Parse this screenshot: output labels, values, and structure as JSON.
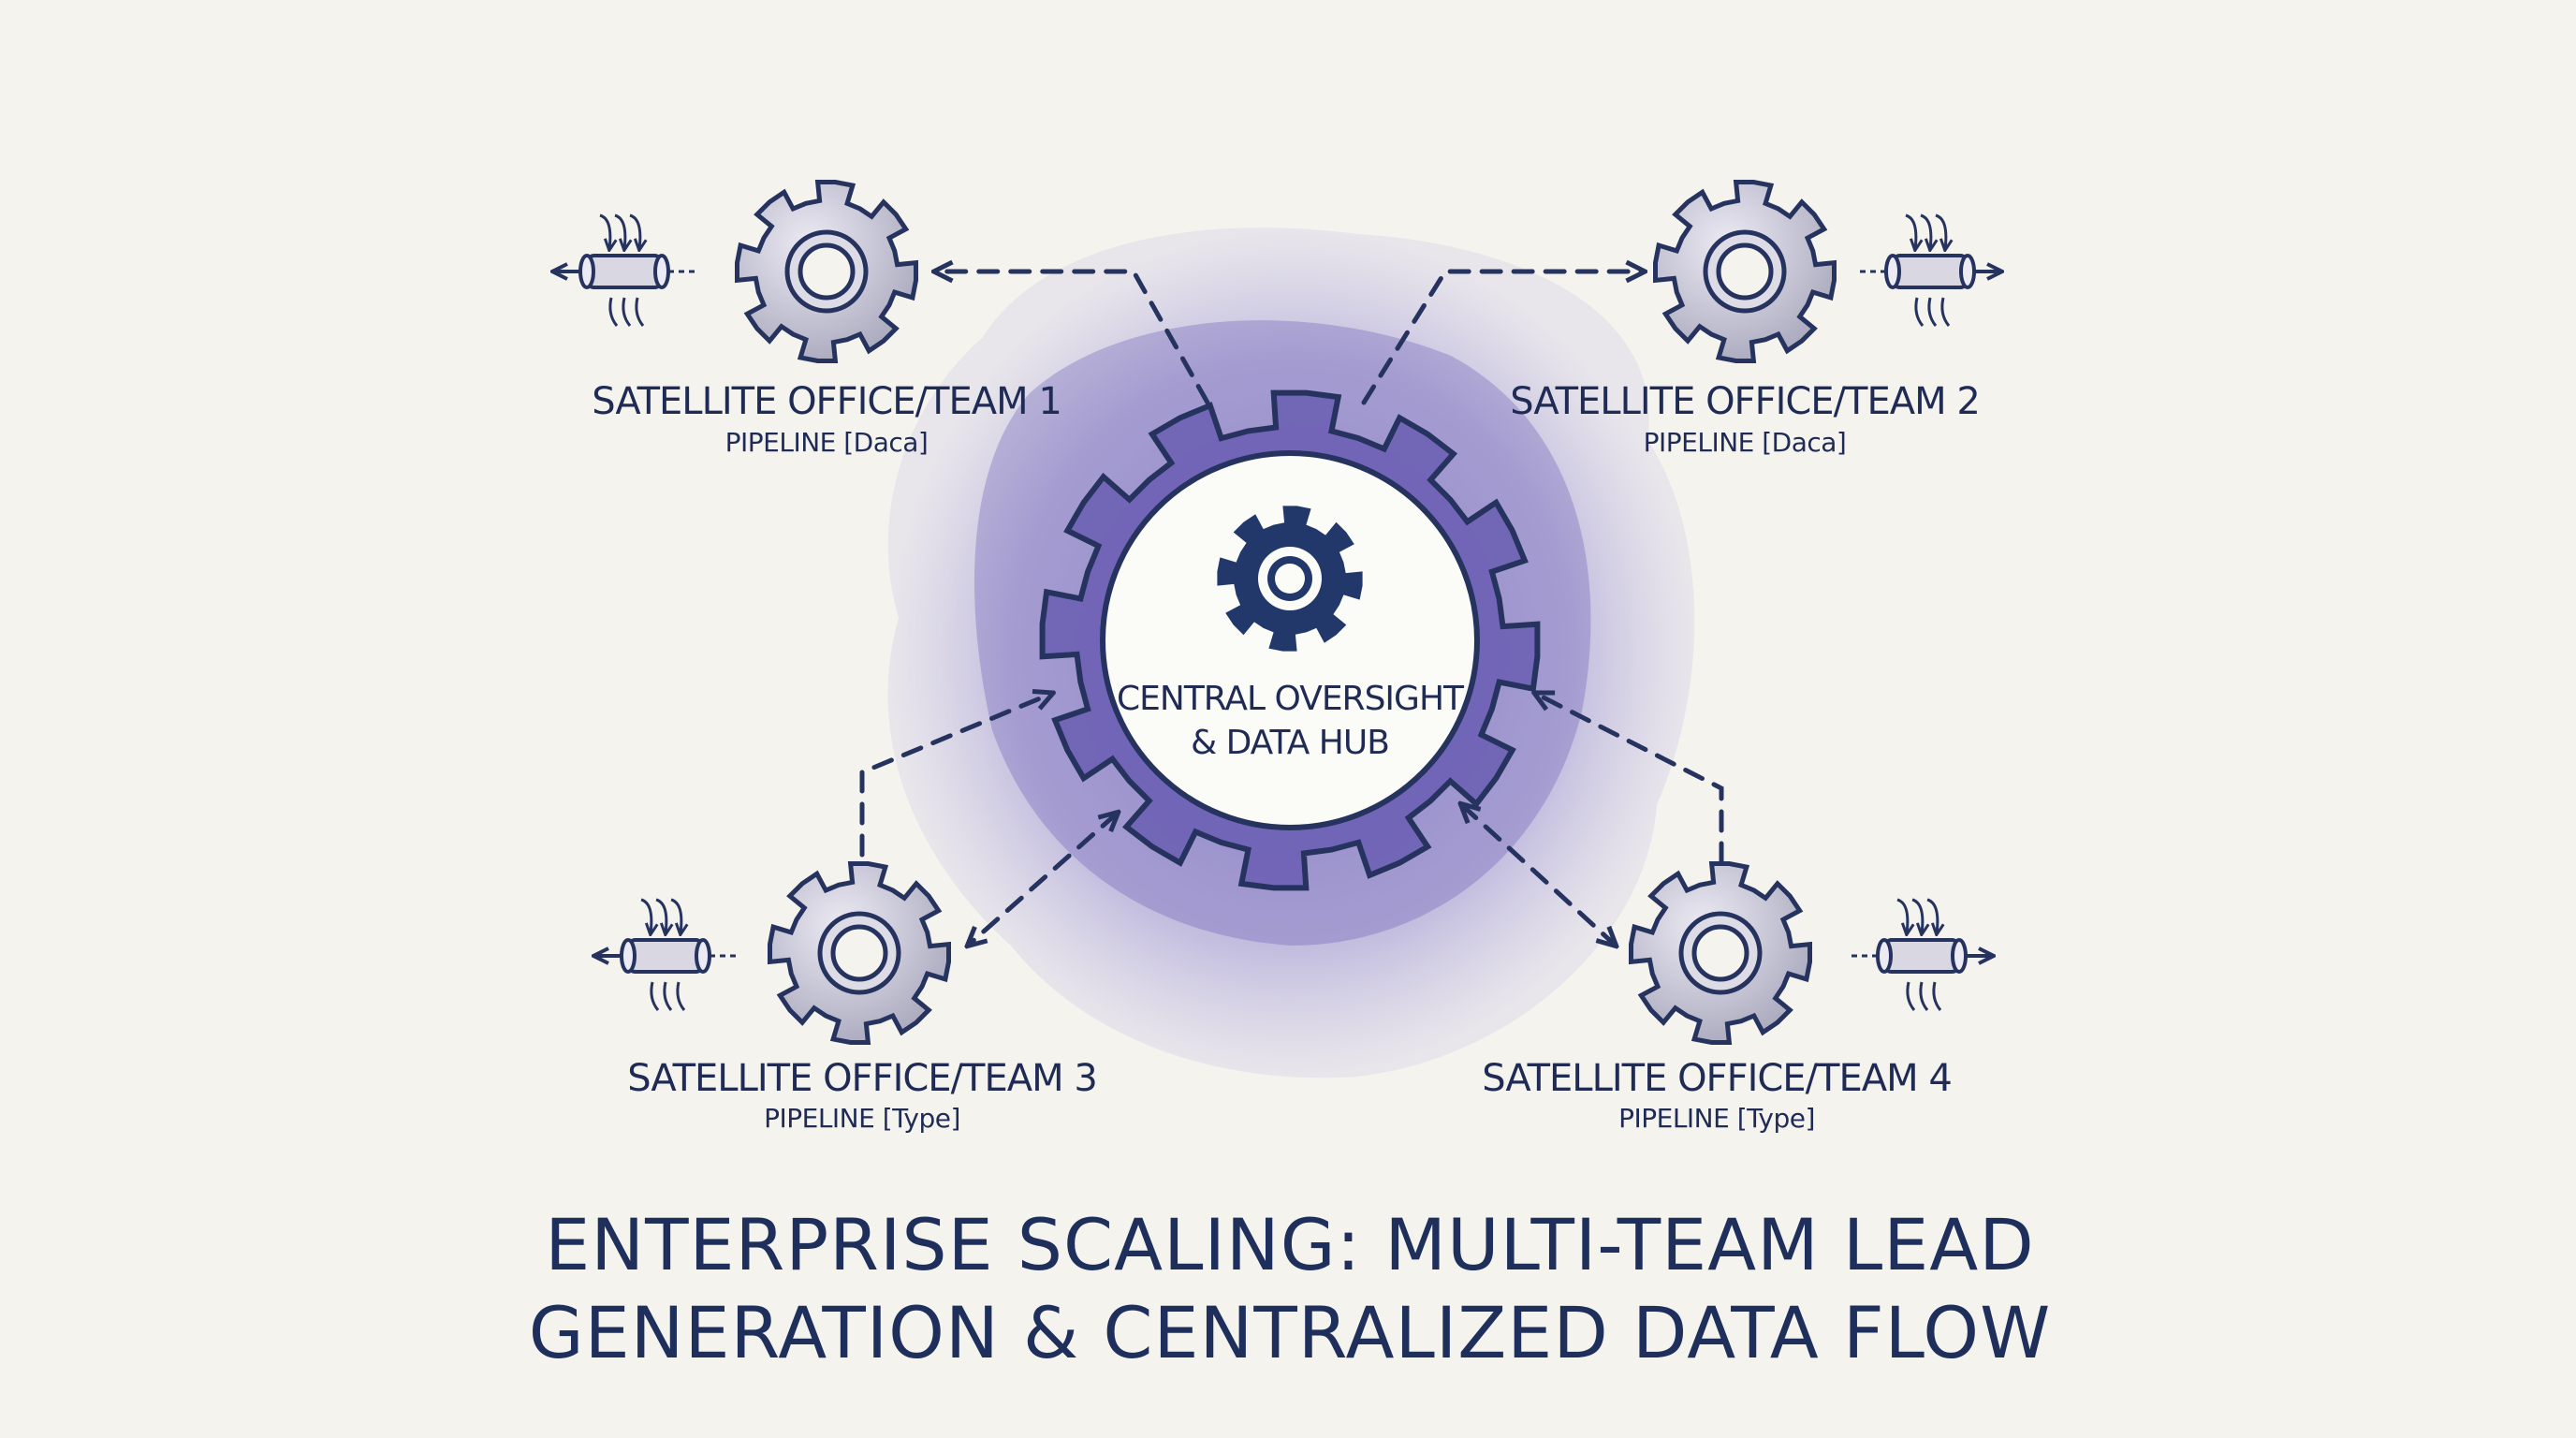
{
  "hub": {
    "line1": "CENTRAL OVERSIGHT",
    "line2": "& DATA HUB"
  },
  "teams": [
    {
      "name": "SATELLITE OFFICE/TEAM 1",
      "pipeline": "PIPELINE [Daca]"
    },
    {
      "name": "SATELLITE OFFICE/TEAM 2",
      "pipeline": "PIPELINE [Daca]"
    },
    {
      "name": "SATELLITE OFFICE/TEAM 3",
      "pipeline": "PIPELINE [Type]"
    },
    {
      "name": "SATELLITE OFFICE/TEAM 4",
      "pipeline": "PIPELINE [Type]"
    }
  ],
  "title": {
    "line1": "ENTERPRISE SCALING: MULTI-TEAM LEAD",
    "line2": "GENERATION & CENTRALIZED DATA FLOW"
  },
  "colors": {
    "ink": "#1f2b55",
    "accent": "#6b5fb5",
    "wash": "#9d94d0",
    "background": "#f4f3ee"
  }
}
